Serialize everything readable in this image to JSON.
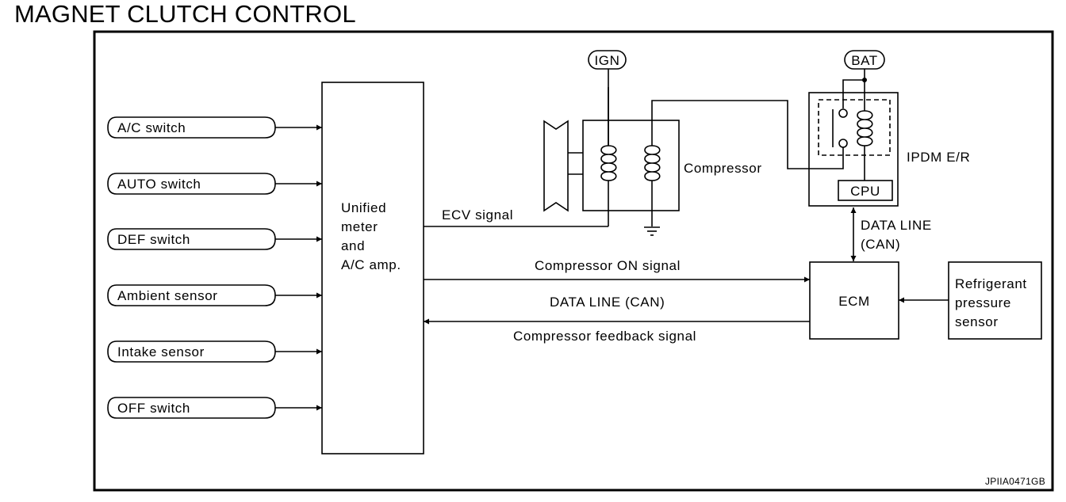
{
  "title": "MAGNET CLUTCH CONTROL",
  "inputs": [
    {
      "label": "A/C switch"
    },
    {
      "label": "AUTO switch"
    },
    {
      "label": "DEF switch"
    },
    {
      "label": "Ambient sensor"
    },
    {
      "label": "Intake sensor"
    },
    {
      "label": "OFF switch"
    }
  ],
  "amp": {
    "lines": [
      "Unified",
      "meter",
      "and",
      "A/C amp."
    ]
  },
  "compressor": {
    "label": "Compressor"
  },
  "ign": {
    "label": "IGN"
  },
  "bat": {
    "label": "BAT"
  },
  "ipdm": {
    "label": "IPDM E/R",
    "cpu": "CPU"
  },
  "ecm": {
    "label": "ECM"
  },
  "sensor": {
    "lines": [
      "Refrigerant",
      "pressure",
      "sensor"
    ]
  },
  "signals": {
    "ecv": "ECV signal",
    "comp_on": "Compressor ON signal",
    "data_line_can": "DATA LINE (CAN)",
    "comp_feedback": "Compressor feedback signal",
    "data_line_vert": [
      "DATA LINE",
      "(CAN)"
    ]
  },
  "code": "JPIIA0471GB"
}
